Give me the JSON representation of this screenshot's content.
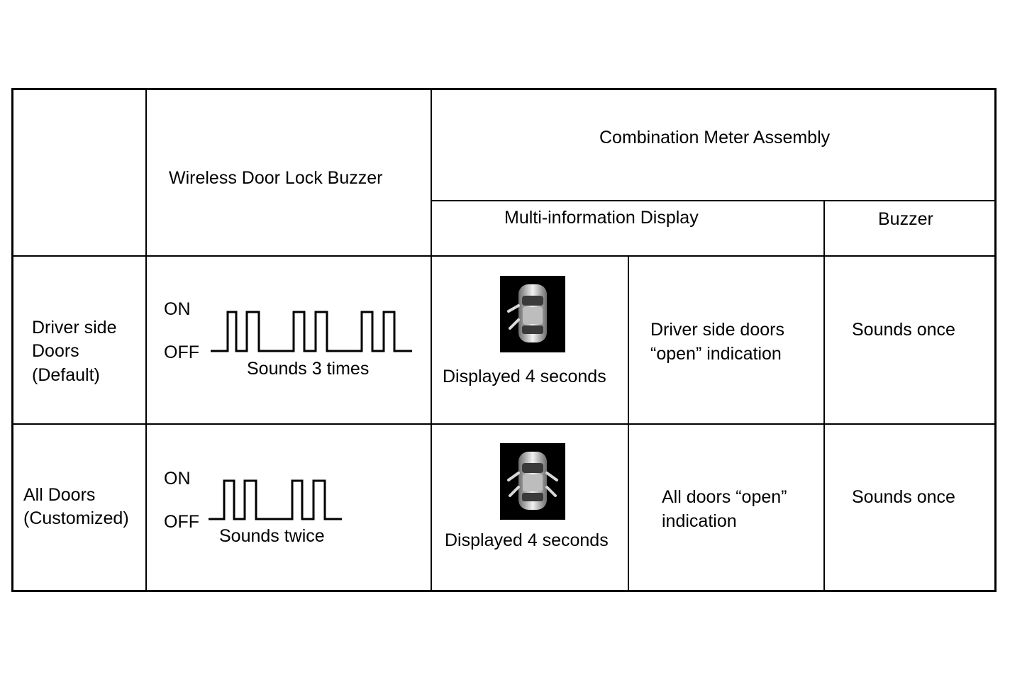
{
  "header": {
    "buzzer_col": "Wireless Door Lock Buzzer",
    "meter_group": "Combination Meter Assembly",
    "mid_col": "Multi-information Display",
    "buzzer2_col": "Buzzer"
  },
  "rows": [
    {
      "label": [
        "Driver side",
        "Doors",
        "(Default)"
      ],
      "on_label": "ON",
      "off_label": "OFF",
      "pulse_caption": "Sounds 3 times",
      "pulse_count": 3,
      "display_caption": "Displayed 4 seconds",
      "display_icon": "car-driver-doors-open-icon",
      "indication": [
        "Driver side doors",
        "“open” indication"
      ],
      "buzzer": "Sounds once"
    },
    {
      "label": [
        "All Doors",
        "(Customized)"
      ],
      "on_label": "ON",
      "off_label": "OFF",
      "pulse_caption": "Sounds twice",
      "pulse_count": 2,
      "display_caption": "Displayed 4 seconds",
      "display_icon": "car-all-doors-open-icon",
      "indication": [
        "All doors “open”",
        "indication"
      ],
      "buzzer": "Sounds once"
    }
  ]
}
